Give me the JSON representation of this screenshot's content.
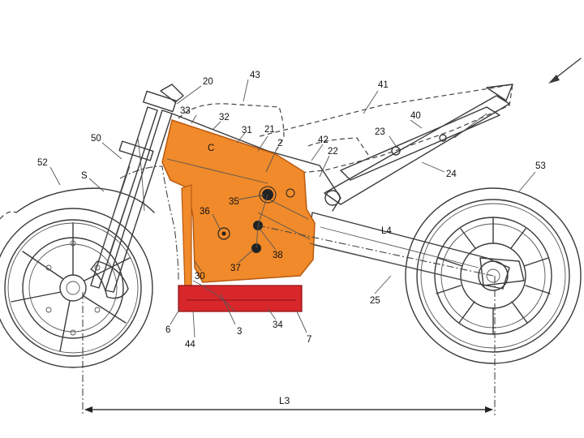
{
  "colors": {
    "engine_fill": "#f08a2a",
    "engine_stroke": "#b85a10",
    "battery_fill": "#d8272b",
    "line": "#3a3a3a"
  },
  "labels": {
    "l20": "20",
    "l43": "43",
    "l41": "41",
    "l33": "33",
    "l32": "32",
    "l31": "31",
    "l21": "21",
    "l2": "2",
    "lC": "C",
    "l42": "42",
    "l22": "22",
    "l23": "23",
    "l40": "40",
    "l24": "24",
    "l53": "53",
    "l52": "52",
    "l50": "50",
    "lS": "S",
    "l35": "35",
    "l36": "36",
    "l37": "37",
    "l38": "38",
    "l30": "30",
    "l6": "6",
    "l44": "44",
    "l3": "3",
    "l34": "34",
    "l7": "7",
    "l25": "25",
    "lL4": "L4",
    "lL3": "L3"
  }
}
